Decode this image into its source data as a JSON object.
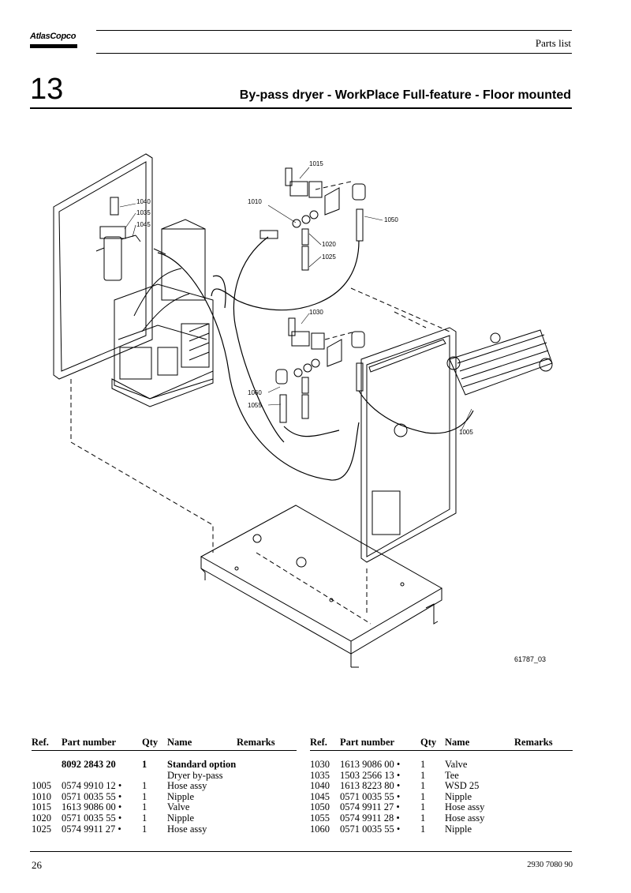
{
  "header": {
    "logo_text": "AtlasCopco",
    "section_label": "Parts list",
    "chapter_number": "13",
    "title": "By-pass dryer - WorkPlace Full-feature - Floor mounted"
  },
  "diagram": {
    "figure_id": "61787_03",
    "callouts": [
      "1015",
      "1010",
      "1040",
      "1035",
      "1045",
      "1050",
      "1020",
      "1025",
      "1030",
      "1060",
      "1055",
      "1005"
    ]
  },
  "parts_table": {
    "columns": [
      "Ref.",
      "Part number",
      "Qty",
      "Name",
      "Remarks"
    ],
    "left": [
      {
        "ref": "",
        "part": "8092 2843 20",
        "qty": "1",
        "name": "Standard option",
        "bold": true
      },
      {
        "ref": "",
        "part": "",
        "qty": "",
        "name": "Dryer by-pass"
      },
      {
        "ref": "1005",
        "part": "0574 9910 12 •",
        "qty": "1",
        "name": "Hose assy"
      },
      {
        "ref": "1010",
        "part": "0571 0035 55 •",
        "qty": "1",
        "name": "Nipple"
      },
      {
        "ref": "1015",
        "part": "1613 9086 00 •",
        "qty": "1",
        "name": "Valve"
      },
      {
        "ref": "1020",
        "part": "0571 0035 55 •",
        "qty": "1",
        "name": "Nipple"
      },
      {
        "ref": "1025",
        "part": "0574 9911 27 •",
        "qty": "1",
        "name": "Hose assy"
      }
    ],
    "right": [
      {
        "ref": "1030",
        "part": "1613 9086 00 •",
        "qty": "1",
        "name": "Valve"
      },
      {
        "ref": "1035",
        "part": "1503 2566 13 •",
        "qty": "1",
        "name": "Tee"
      },
      {
        "ref": "1040",
        "part": "1613 8223 80 •",
        "qty": "1",
        "name": "WSD 25"
      },
      {
        "ref": "1045",
        "part": "0571 0035 55 •",
        "qty": "1",
        "name": "Nipple"
      },
      {
        "ref": "1050",
        "part": "0574 9911 27 •",
        "qty": "1",
        "name": "Hose assy"
      },
      {
        "ref": "1055",
        "part": "0574 9911 28 •",
        "qty": "1",
        "name": "Hose assy"
      },
      {
        "ref": "1060",
        "part": "0571 0035 55 •",
        "qty": "1",
        "name": "Nipple"
      }
    ]
  },
  "footer": {
    "page_number": "26",
    "doc_number": "2930 7080 90"
  }
}
